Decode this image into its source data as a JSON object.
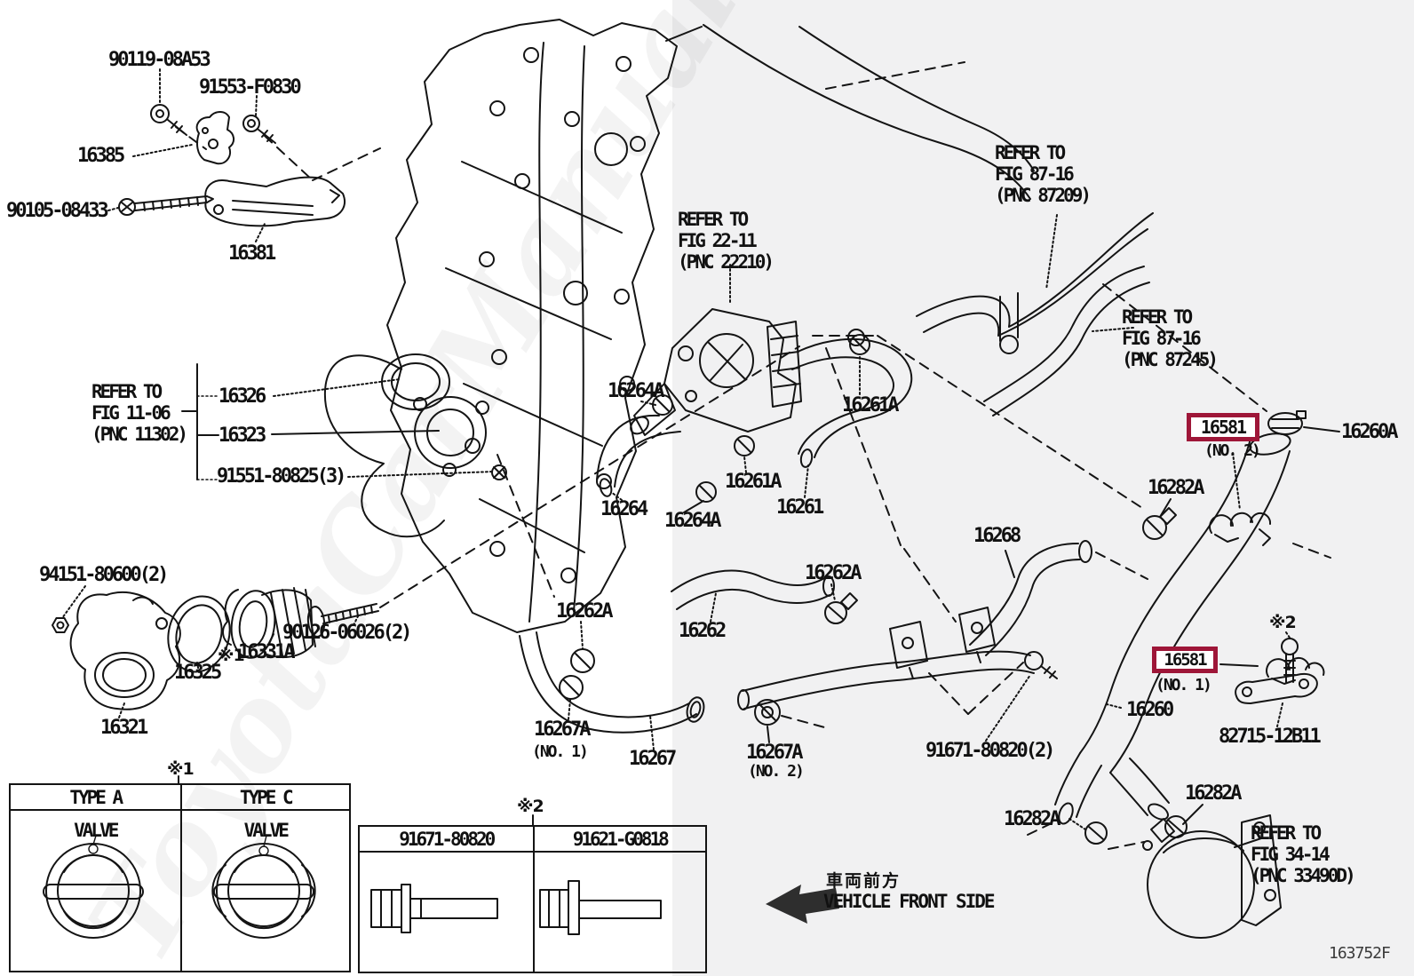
{
  "doc": {
    "code": "163752F",
    "watermark": "ToyotaCarManual.ru"
  },
  "colors": {
    "highlight": "#9e1638",
    "bg_panel": "#f1f1f2",
    "line": "#141414"
  },
  "part_labels": [
    {
      "text": "90119-08A53"
    },
    {
      "text": "91553-F0830"
    },
    {
      "text": "16385"
    },
    {
      "text": "90105-08433"
    },
    {
      "text": "16381"
    },
    {
      "text": "16326"
    },
    {
      "text": "16323"
    },
    {
      "text": "91551-80825(3)"
    },
    {
      "text": "16264A"
    },
    {
      "text": "16261A"
    },
    {
      "text": "16264"
    },
    {
      "text": "16264A"
    },
    {
      "text": "16261A"
    },
    {
      "text": "16261"
    },
    {
      "text": "16260A"
    },
    {
      "text": "16282A"
    },
    {
      "text": "16268"
    },
    {
      "text": "16262A"
    },
    {
      "text": "16262"
    },
    {
      "text": "16262A"
    },
    {
      "text": "16267A"
    },
    {
      "text": "(NO. 1)"
    },
    {
      "text": "16267"
    },
    {
      "text": "16267A"
    },
    {
      "text": "(NO. 2)"
    },
    {
      "text": "91671-80820(2)"
    },
    {
      "text": "16260"
    },
    {
      "text": "82715-12B11"
    },
    {
      "text": "16282A"
    },
    {
      "text": "16282A"
    },
    {
      "text": "94151-80600(2)"
    },
    {
      "text": "16321"
    },
    {
      "text": "16325"
    },
    {
      "text": "16331A"
    },
    {
      "text": "90126-06026(2)"
    }
  ],
  "refer_notes": [
    {
      "l1": "REFER TO",
      "l2": "FIG 11-06",
      "l3": "(PNC 11302)"
    },
    {
      "l1": "REFER TO",
      "l2": "FIG 22-11",
      "l3": "(PNC 22210)"
    },
    {
      "l1": "REFER TO",
      "l2": "FIG 87-16",
      "l3": "(PNC 87209)"
    },
    {
      "l1": "REFER TO",
      "l2": "FIG 87-16",
      "l3": "(PNC 87245)"
    },
    {
      "l1": "REFER TO",
      "l2": "FIG 34-14",
      "l3": "(PNC 33490D)"
    }
  ],
  "highlights": [
    {
      "text": "16581",
      "note": "(NO. 2)"
    },
    {
      "text": "16581",
      "note": "(NO. 1)"
    }
  ],
  "markers": {
    "m1": "※1",
    "m2": "※2",
    "m3": "※2",
    "m4": "※1"
  },
  "valve_table": {
    "headers": [
      "TYPE A",
      "TYPE C"
    ],
    "labels": [
      "VALVE",
      "VALVE"
    ]
  },
  "bolt_table": {
    "headers": [
      "91671-80820",
      "91621-G0818"
    ]
  },
  "front_side": {
    "jp": "車両前方",
    "en": "VEHICLE FRONT SIDE"
  }
}
